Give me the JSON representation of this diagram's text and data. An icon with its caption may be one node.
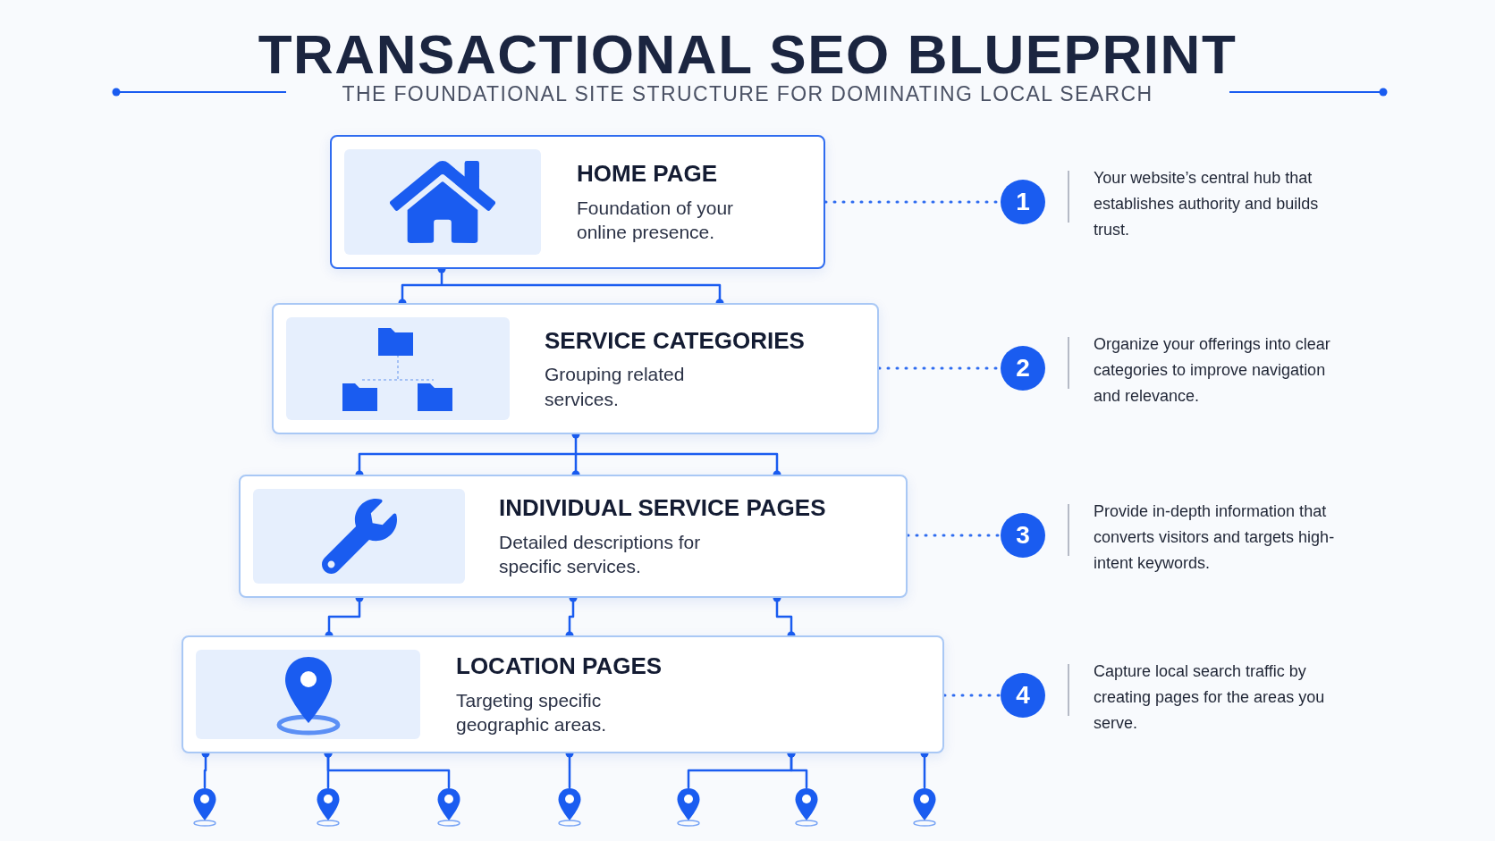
{
  "diagram": {
    "title": "TRANSACTIONAL SEO **BLUEPRINT**",
    "nodes": [
      {
        "text": [
          "HOME PAGE",
          "Foundation of your online presence."
        ]
      },
      {
        "text": [
          "SERVICE CATEGORIES",
          "Grouping related services."
        ]
      },
      {
        "text": [
          "INDIVIDUAL SERVICE PAGES",
          "Detailed descriptions for specific services."
        ]
      },
      {
        "text": [
          "LOCATION PAGES",
          "Targeting specific geographic areas."
        ]
      },
      {
        "text": [
          "1"
        ],
        "beside": [
          "Your website’s central hub that establishes authority and builds trust."
        ]
      },
      {
        "text": [
          "2"
        ],
        "beside": [
          "Organize your offerings into clear categories to improve navigation and relevance."
        ]
      },
      {
        "text": [
          "3"
        ],
        "beside": [
          "Provide in-depth information that converts visitors and targets high-intent keywords."
        ]
      },
      {
        "text": [
          "4"
        ],
        "beside": [
          "Capture local search traffic by creating pages for the areas you serve."
        ]
      },
      {
        "text": [],
        "shape": "pin"
      },
      {
        "text": [],
        "shape": "pin"
      },
      {
        "text": [],
        "shape": "pin"
      },
      {
        "text": [],
        "shape": "pin"
      },
      {
        "text": [],
        "shape": "pin"
      },
      {
        "text": [],
        "shape": "pin"
      },
      {
        "text": [],
        "shape": "pin"
      }
    ],
    "edges": [
      {
        "from": 0,
        "to": 1,
        "arrow": "other"
      },
      {
        "from": 1,
        "to": 2,
        "arrow": "other"
      },
      {
        "from": 2,
        "to": 3,
        "arrow": "other"
      },
      {
        "from": 2,
        "to": 3,
        "arrow": "other"
      },
      {
        "from": 2,
        "to": 3,
        "arrow": "other"
      },
      {
        "from": 3,
        "to": 8,
        "arrow": "other"
      },
      {
        "from": 3,
        "to": 9,
        "arrow": "other"
      },
      {
        "from": 3,
        "to": 10,
        "arrow": "other"
      },
      {
        "from": 3,
        "to": 11,
        "arrow": "other"
      },
      {
        "from": 3,
        "to": 12,
        "arrow": "other"
      },
      {
        "from": 3,
        "to": 13,
        "arrow": "other"
      },
      {
        "from": 3,
        "to": 14,
        "arrow": "other"
      },
      {
        "from": 0,
        "to": 4,
        "arrow": "none",
        "style": "dashed"
      },
      {
        "from": 1,
        "to": 5,
        "arrow": "none",
        "style": "dashed"
      },
      {
        "from": 2,
        "to": 6,
        "arrow": "none",
        "style": "dashed"
      },
      {
        "from": 3,
        "to": 7,
        "arrow": "none",
        "style": "dashed"
      }
    ],
    "labels": [
      "THE FOUNDATIONAL SITE STRUCTURE FOR DOMINATING LOCAL SEARCH"
    ]
  }
}
